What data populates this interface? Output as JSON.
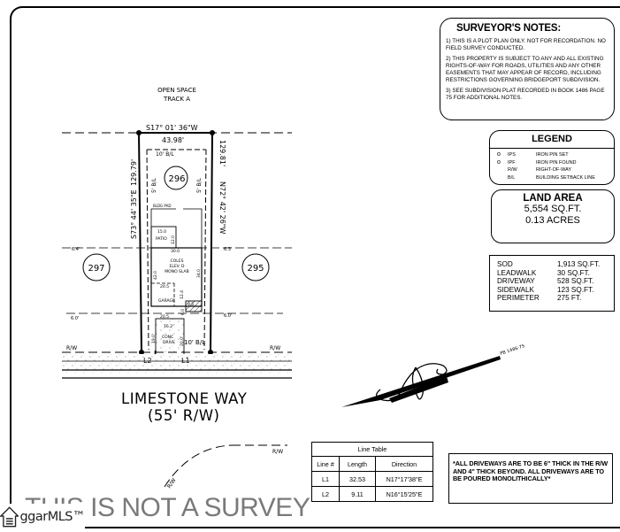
{
  "surveyors_notes": {
    "title": "SURVEYOR'S NOTES:",
    "notes": [
      "1) THIS IS A PLOT PLAN ONLY. NOT FOR RECORDATION. NO FIELD SURVEY CONDUCTED.",
      "2) THIS PROPERTY IS SUBJECT TO ANY AND ALL EXISTING RIGHTS-OF-WAY FOR ROADS, UTILITIES AND ANY OTHER EASEMENTS THAT MAY APPEAR OF RECORD, INCLUDING RESTRICTIONS GOVERNING BRIDGEPORT SUBDIVISION.",
      "3) SEE SUBDIVISION PLAT RECORDED IN BOOK 1486 PAGE 75 FOR ADDITIONAL NOTES."
    ]
  },
  "legend": {
    "title": "LEGEND",
    "items": [
      {
        "symbol": "o",
        "abbr": "IPS",
        "meaning": "IRON PIN SET"
      },
      {
        "symbol": "o",
        "abbr": "IPF",
        "meaning": "IRON PIN FOUND"
      },
      {
        "symbol": "",
        "abbr": "R/W",
        "meaning": "RIGHT-OF-WAY"
      },
      {
        "symbol": "",
        "abbr": "B/L",
        "meaning": "BUILDING SETBACK LINE"
      }
    ]
  },
  "land_area": {
    "title": "LAND AREA",
    "sqft": "5,554 SQ.FT.",
    "acres": "0.13 ACRES"
  },
  "quantities": [
    {
      "name": "SOD",
      "value": "1,913 SQ.FT."
    },
    {
      "name": "LEADWALK",
      "value": "30 SQ.FT."
    },
    {
      "name": "DRIVEWAY",
      "value": "528 SQ.FT."
    },
    {
      "name": "SIDEWALK",
      "value": "123 SQ.FT."
    },
    {
      "name": "PERIMETER",
      "value": "275 FT."
    }
  ],
  "line_table": {
    "title": "Line Table",
    "headers": [
      "Line #",
      "Length",
      "Direction"
    ],
    "rows": [
      [
        "L1",
        "32.53",
        "N17°17'38\"E"
      ],
      [
        "L2",
        "9.11",
        "N16°15'25\"E"
      ]
    ]
  },
  "driveway_note": "*ALL DRIVEWAYS ARE TO BE 6\" THICK IN THE R/W AND 4\" THICK BEYOND. ALL DRIVEWAYS ARE TO BE POURED MONOLITHICALLY*",
  "plat": {
    "open_space": [
      "OPEN SPACE",
      "TRACK A"
    ],
    "rear_bearing": "S17° 01' 36\"W",
    "rear_distance": "43.98'",
    "left_distance": "129.79'",
    "left_bearing": "S73° 44' 35\"E",
    "right_distance": "129.81'",
    "right_bearing": "N72° 42' 26\"W",
    "rear_setback": "10' B/L",
    "side_setback_left": "5' B/L",
    "side_setback_right": "5' B/L",
    "front_setback": "10' B/L",
    "lot_number": "296",
    "lot_left": "297",
    "lot_right": "295",
    "bldg_pad": "BLDG PAD",
    "patio_label": "PATIO",
    "patio_width": "15.0",
    "patio_depth": "12.0",
    "house_width": "30.0",
    "house_label": [
      "COLES",
      "ELEV. D",
      "MONO SLAB"
    ],
    "house_depth_left": "42.0",
    "house_depth_right": "34.0",
    "garage_label": "GARAGE",
    "garage_width_top": "20.5",
    "garage_depth": "12.4",
    "garage_width_bottom": "20.5",
    "porch_width": "9.5",
    "porch_depth": "6.0",
    "left_offset_top": "6.4'",
    "right_offset_top": "6.3'",
    "left_offset_bottom": "6.0'",
    "right_offset_bottom": "6.0'",
    "drive_width": "16.2'",
    "drive_label": [
      "CONC",
      "DRIVE"
    ],
    "drive_len_left": "19.0'",
    "drive_len_right": "20.0'",
    "rw_left": "R/W",
    "rw_right": "R/W",
    "line_l1": "L1",
    "line_l2": "L2",
    "street": "LIMESTONE WAY",
    "street_rw": "(55' R/W)",
    "rw_curve_top": "R/W",
    "rw_curve_side": "R/W",
    "plat_ref": "PB 1486-75"
  },
  "watermark": "THIS IS NOT A SURVEY",
  "mls_brand": "ggarMLS™"
}
